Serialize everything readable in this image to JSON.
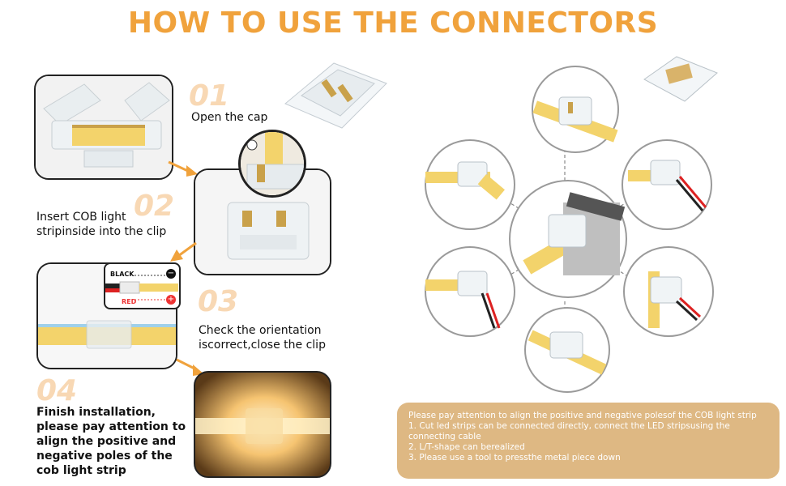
{
  "title": "HOW TO USE THE CONNECTORS",
  "steps": [
    {
      "num": "01",
      "text": "Open the cap"
    },
    {
      "num": "02",
      "text_line1": "Insert COB light",
      "text_line2": "stripinside into the clip"
    },
    {
      "num": "03",
      "text_line1": "Check the orientation",
      "text_line2": "iscorrect,close the clip"
    },
    {
      "num": "04",
      "text_lines": [
        "Finish installation,",
        "please pay attention to",
        "align the positive and",
        "negative poles of the",
        "cob light strip"
      ]
    }
  ],
  "polarity": {
    "black": "BLACK",
    "red": "RED",
    "minus": "−",
    "plus": "+"
  },
  "note": {
    "line1": "Please pay attention to align the positive and negative polesof the COB light strip",
    "line2": "1. Cut led strips can be connected directly, connect the LED stripsusing the connecting cable",
    "line3": "2. L/T-shape can berealized",
    "line4": "3. Please use a tool to pressthe metal piece down"
  },
  "colors": {
    "accent": "#f0a23c",
    "step_number": "#f8d8b4",
    "note_bg": "#deb883",
    "led_yellow": "#f3d36b"
  }
}
